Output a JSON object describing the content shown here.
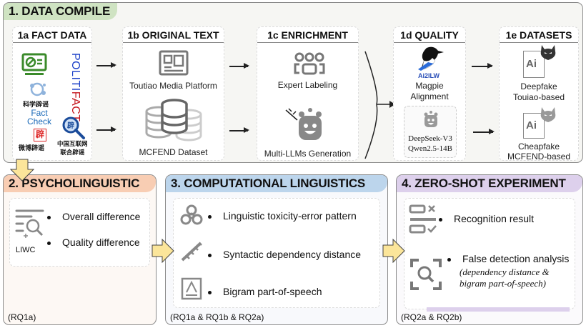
{
  "section1": {
    "title": "1. DATA COMPILE",
    "fact_data": {
      "heading": "1a FACT DATA",
      "sources": [
        "POLITIFACT",
        "科学辟谣",
        "Fact Check",
        "辟",
        "微博辟谣",
        "中国互联网",
        "联合辟谣"
      ],
      "politi": "POLITI",
      "fact": "FACT",
      "kexue": "科学辟谣",
      "factcheck_line1": "Fact",
      "factcheck_line2": "Check",
      "pi_glyph": "辟",
      "weibo": "微博辟谣",
      "cn_internet_line1": "中国互联网",
      "cn_internet_line2": "联合辟谣"
    },
    "original_text": {
      "heading": "1b ORIGINAL TEXT",
      "items": [
        "Toutiao Media Platform",
        "MCFEND Dataset"
      ]
    },
    "enrichment": {
      "heading": "1c ENRICHMENT",
      "items": [
        "Expert Labeling",
        "Multi-LLMs Generation"
      ]
    },
    "quality": {
      "heading": "1d QUALITY",
      "magpie_logo": "Ai2ILW",
      "magpie_line1": "Magpie",
      "magpie_line2": "Alignment",
      "models_line1": "DeepSeek-V3",
      "models_line2": "Qwen2.5-14B"
    },
    "datasets": {
      "heading": "1e DATASETS",
      "ai_glyph": "Ai",
      "deepfake_line1": "Deepfake",
      "deepfake_line2": "Touiao-based",
      "cheapfake_line1": "Cheapfake",
      "cheapfake_line2": "MCFEND-based"
    }
  },
  "section2": {
    "title": "2. PSYCHOLINGUISTIC",
    "tool_label": "LIWC",
    "bullets": [
      "Overall difference",
      "Quality difference"
    ],
    "rq": "(RQ1a)"
  },
  "section3": {
    "title": "3. COMPUTATIONAL LINGUISTICS",
    "bullets": [
      "Linguistic toxicity-error pattern",
      "Syntactic dependency distance",
      "Bigram part-of-speech"
    ],
    "rq": "(RQ1a & RQ1b & RQ2a)"
  },
  "section4": {
    "title": "4. ZERO-SHOT EXPERIMENT",
    "bullets": [
      "Recognition result",
      "False detection analysis"
    ],
    "note_line1": "(dependency distance &",
    "note_line2": "bigram part-of-speech)",
    "rq": "(RQ2a & RQ2b)"
  },
  "colors": {
    "section1": "#cfe3c2",
    "section2": "#f8cdb3",
    "section3": "#bcd5ec",
    "section4": "#ddd0ec",
    "flow_arrow": "#fbe59a",
    "icon_gray": "#777777"
  }
}
